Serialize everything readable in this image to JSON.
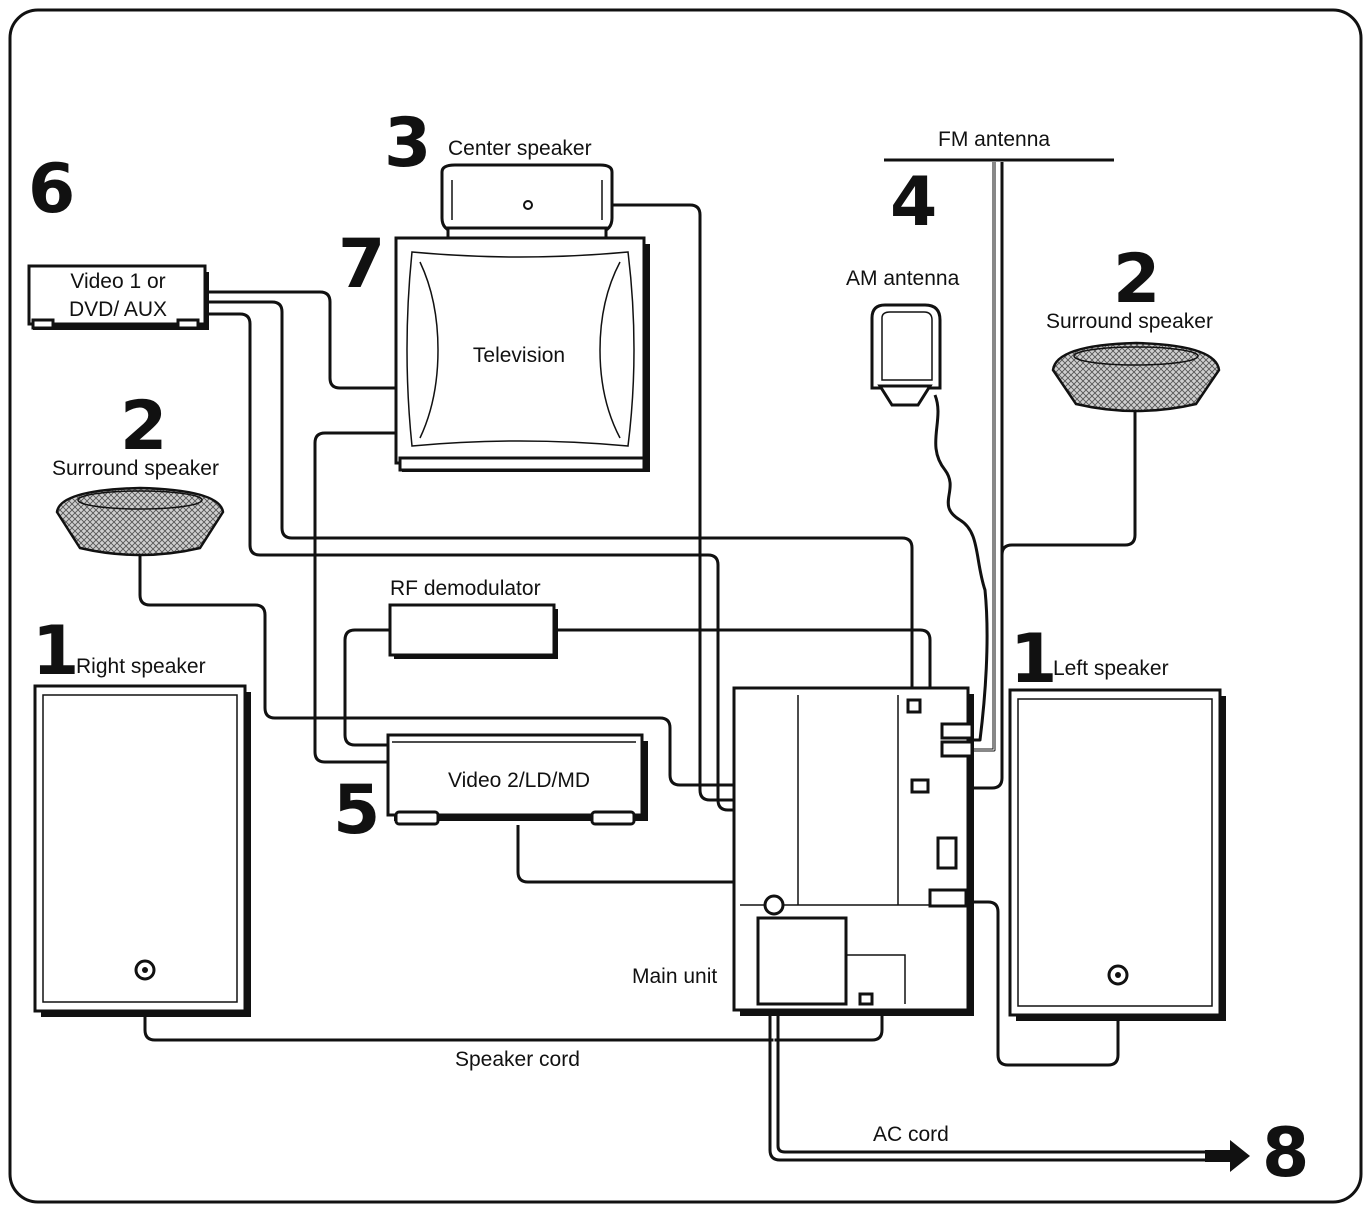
{
  "labels": {
    "center_speaker": "Center speaker",
    "fm_antenna": "FM antenna",
    "am_antenna": "AM antenna",
    "surround_speaker_right": "Surround speaker",
    "surround_speaker_left": "Surround speaker",
    "video1": [
      "Video 1 or",
      "DVD/ AUX"
    ],
    "television": "Television",
    "rf_demodulator": "RF demodulator",
    "right_speaker": "Right speaker",
    "left_speaker": "Left speaker",
    "video2": "Video 2/LD/MD",
    "main_unit": "Main unit",
    "speaker_cord": "Speaker cord",
    "ac_cord": "AC cord"
  },
  "callouts": {
    "n1_right": "1",
    "n1_left": "1",
    "n2_left": "2",
    "n2_right": "2",
    "n3": "3",
    "n4": "4",
    "n5": "5",
    "n6": "6",
    "n7": "7",
    "n8": "8"
  }
}
